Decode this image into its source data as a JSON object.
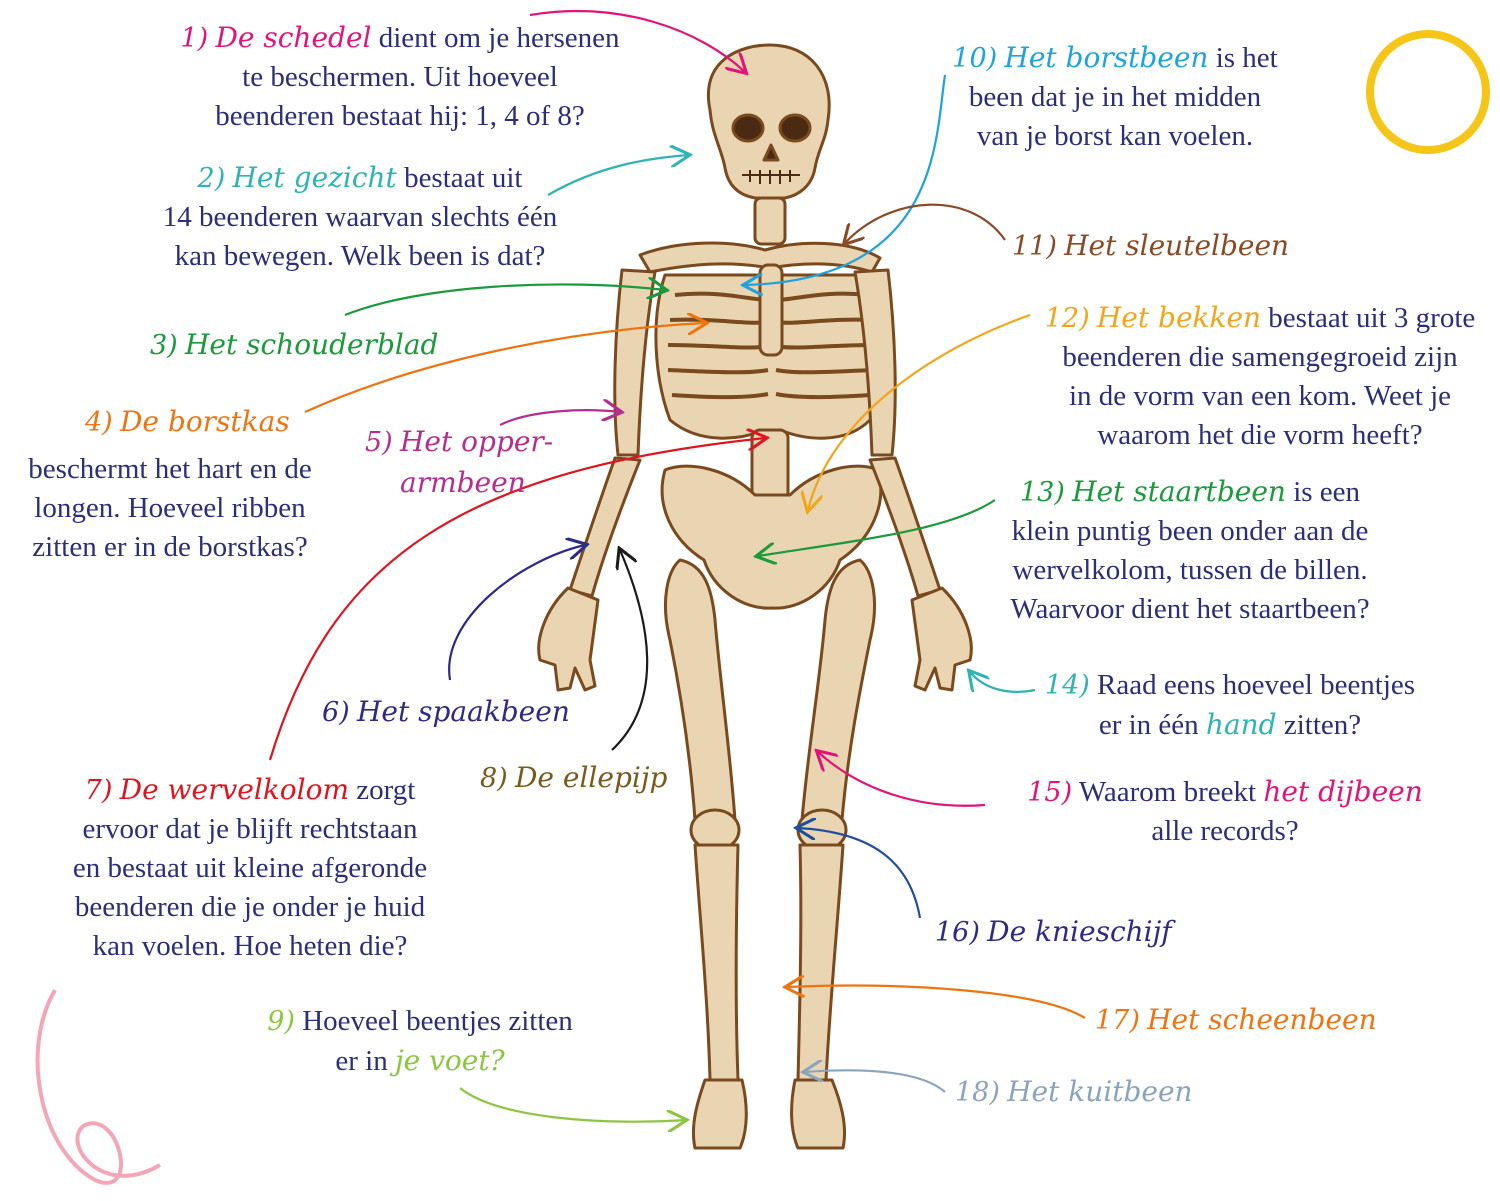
{
  "labels": [
    {
      "num": "1)",
      "term": "De schedel",
      "color": "#e0147a",
      "rest": "dient om je hersenen",
      "lines": [
        "te beschermen. Uit hoeveel",
        "beenderen bestaat hij: 1, 4 of 8?"
      ]
    },
    {
      "num": "2)",
      "term": "Het gezicht",
      "color": "#2fb3b3",
      "rest": "bestaat uit",
      "lines": [
        "14 beenderen waarvan slechts één",
        "kan bewegen. Welk been is dat?"
      ]
    },
    {
      "num": "3)",
      "term": "Het schouderblad",
      "color": "#1a9a3a"
    },
    {
      "num": "4)",
      "term": "De borstkas",
      "color": "#ef7410",
      "lines": [
        "beschermt het hart en de",
        "longen. Hoeveel ribben",
        "zitten er in de borstkas?"
      ]
    },
    {
      "num": "5)",
      "term": "Het opper-",
      "term2": "armbeen",
      "color": "#b52d8f"
    },
    {
      "num": "6)",
      "term": "Het spaakbeen",
      "color": "#2e2a85"
    },
    {
      "num": "7)",
      "term": "De wervelkolom",
      "color": "#e0141e",
      "rest": "zorgt",
      "lines": [
        "ervoor dat je blijft rechtstaan",
        "en bestaat uit kleine afgeronde",
        "beenderen die je onder je huid",
        "kan voelen. Hoe heten die?"
      ]
    },
    {
      "num": "8)",
      "term": "De ellepijp",
      "color": "#7a5a1c"
    },
    {
      "num": "9)",
      "color": "#8cc63f",
      "text": "Hoeveel beentjes zitten",
      "pre2": "er in",
      "term": "je voet?"
    },
    {
      "num": "10)",
      "term": "Het borstbeen",
      "color": "#1ea3dc",
      "rest": "is het",
      "lines": [
        "been dat je in het midden",
        "van je borst kan voelen."
      ]
    },
    {
      "num": "11)",
      "term": "Het sleutelbeen",
      "color": "#8a4a26"
    },
    {
      "num": "12)",
      "term": "Het bekken",
      "color": "#f3a51a",
      "rest": "bestaat uit 3 grote",
      "lines": [
        "beenderen die samengegroeid zijn",
        "in de vorm van een kom. Weet je",
        "waarom het die vorm heeft?"
      ]
    },
    {
      "num": "13)",
      "term": "Het staartbeen",
      "color": "#1a9a3a",
      "rest": "is een",
      "lines": [
        "klein puntig been onder aan de",
        "wervelkolom, tussen de billen.",
        "Waarvoor dient het staartbeen?"
      ]
    },
    {
      "num": "14)",
      "color": "#2fb3b3",
      "text": "Raad eens hoeveel beentjes",
      "pre2": "er in één",
      "term": "hand",
      "post2": "zitten?"
    },
    {
      "num": "15)",
      "color": "#e0147a",
      "text": "Waarom breekt",
      "term": "het dijbeen",
      "line2": "alle records?"
    },
    {
      "num": "16)",
      "term": "De knieschijf",
      "color": "#2e2a85"
    },
    {
      "num": "17)",
      "term": "Het scheenbeen",
      "color": "#ef7410"
    },
    {
      "num": "18)",
      "term": "Het kuitbeen",
      "color": "#8aa4bf"
    }
  ],
  "colors": {
    "text": "#2b2f7a",
    "bone": "#e9d5b2",
    "outline": "#7a4a1e",
    "sun": "#f5c518",
    "swirl": "#f2a6b8"
  }
}
